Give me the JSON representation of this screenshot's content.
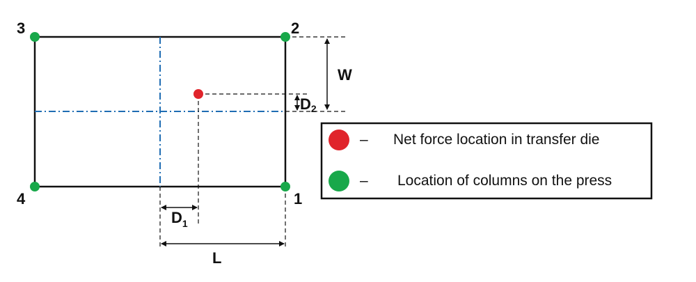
{
  "corners": {
    "c1": "1",
    "c2": "2",
    "c3": "3",
    "c4": "4"
  },
  "dimensions": {
    "W": "W",
    "L": "L",
    "D1": {
      "main": "D",
      "sub": "1"
    },
    "D2": {
      "main": "D",
      "sub": "2"
    }
  },
  "legend": {
    "dash": "–",
    "items": [
      {
        "label": "Net force location in transfer die",
        "color": "#e0242b"
      },
      {
        "label": "Location of columns on the press",
        "color": "#18a84a"
      }
    ]
  },
  "colors": {
    "outline": "#111111",
    "centerline": "#1f6db3",
    "net_force": "#e0242b",
    "column": "#18a84a"
  }
}
